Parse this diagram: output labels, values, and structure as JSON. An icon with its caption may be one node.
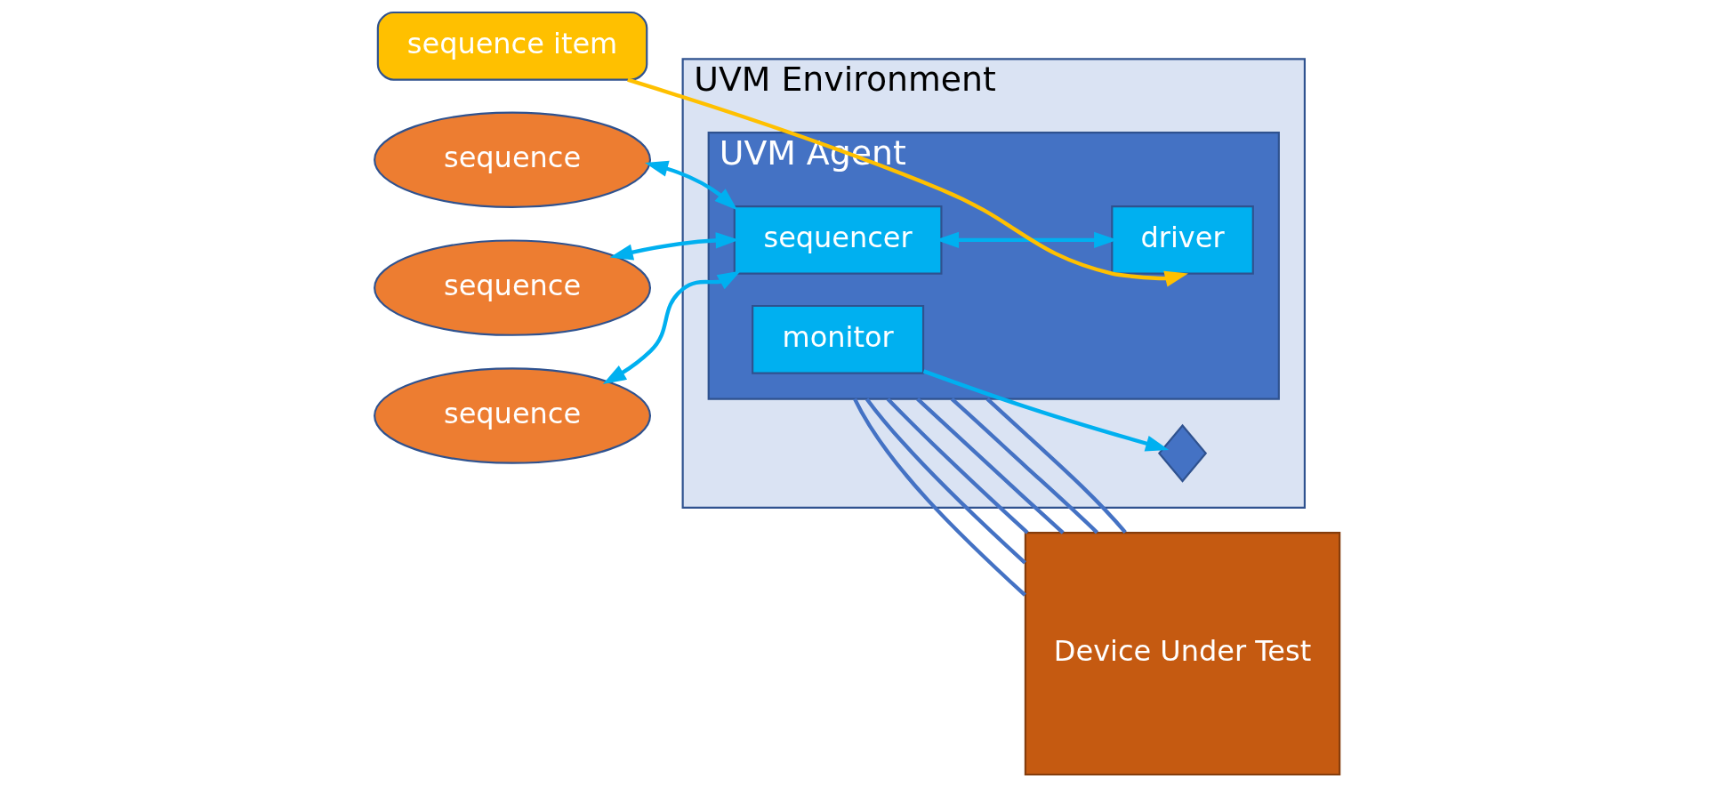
{
  "diagram": {
    "nodes": [
      {
        "text": [
          "UVM Environment"
        ]
      },
      {
        "text": [
          "UVM Agent"
        ],
        "in": 0
      },
      {
        "text": [],
        "shape": "diamond",
        "in": 0
      },
      {
        "text": [
          "monitor"
        ],
        "in": 1
      },
      {
        "text": [
          "sequence"
        ]
      },
      {
        "text": [
          "sequence item"
        ]
      },
      {
        "text": [
          "sequence"
        ]
      },
      {
        "text": [
          "sequencer"
        ],
        "in": 1
      },
      {
        "text": [
          "driver"
        ],
        "in": 1
      },
      {
        "text": [
          "sequence"
        ]
      },
      {
        "text": [
          "Device Under Test"
        ]
      }
    ],
    "edges": [
      {
        "from": 3,
        "to": 2,
        "arrow": "to",
        "color": "#00b0f0"
      },
      {
        "from": 7,
        "to": 4,
        "arrow": "both",
        "color": "#00b0f0"
      },
      {
        "from": 7,
        "to": 6,
        "arrow": "both",
        "color": "#00b0f0"
      },
      {
        "from": 7,
        "to": 9,
        "arrow": "both",
        "color": "#00b0f0"
      },
      {
        "from": 7,
        "to": 8,
        "arrow": "both",
        "color": "#00b0f0"
      },
      {
        "from": 5,
        "to": 8,
        "arrow": "to",
        "color": "#ffc000"
      },
      {
        "from": 1,
        "to": 10,
        "arrow": "none",
        "color": "#4472c4"
      },
      {
        "from": 1,
        "to": 10,
        "arrow": "none",
        "color": "#4472c4"
      },
      {
        "from": 1,
        "to": 10,
        "arrow": "none",
        "color": "#4472c4"
      },
      {
        "from": 1,
        "to": 10,
        "arrow": "none",
        "color": "#4472c4"
      },
      {
        "from": 1,
        "to": 10,
        "arrow": "none",
        "color": "#4472c4"
      },
      {
        "from": 1,
        "to": 10,
        "arrow": "none",
        "color": "#4472c4"
      }
    ]
  }
}
